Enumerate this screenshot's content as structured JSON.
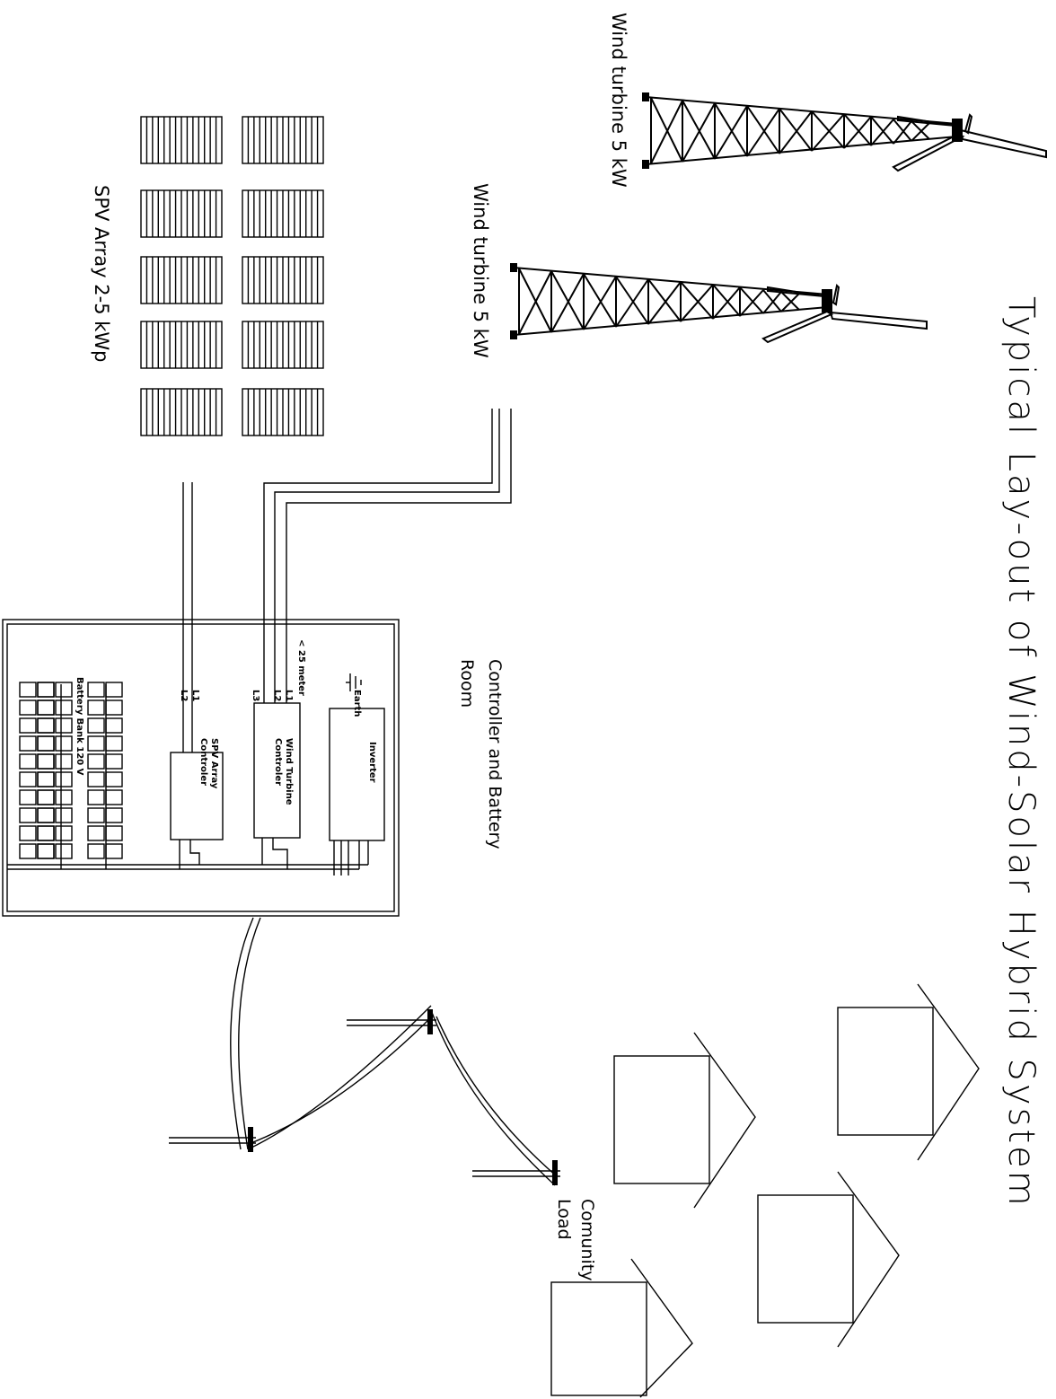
{
  "title": "Typical Lay-out of Wind-Solar Hybrid System",
  "labels": {
    "wind_turbine_1": "Wind turbine 5 kW",
    "wind_turbine_2": "Wind turbine 5 kW",
    "spv_array": "SPV Array 2-5 kWp",
    "room_line1": "Controller and Battery",
    "room_line2": "Room",
    "community_line1": "Comunity",
    "community_line2": "Load",
    "earth": "Earth",
    "cable_length": "< 25 meter",
    "inverter": "Inverter",
    "wind_controller_line1": "Wind Turbine",
    "wind_controller_line2": "Controler",
    "spv_controller_line1": "SPV Array",
    "spv_controller_line2": "Controler",
    "battery_line1": "Battery Bank 120 V",
    "wind_lines": {
      "l1": "L1",
      "l2": "L2",
      "l3": "L3"
    },
    "spv_lines": {
      "l1": "L1",
      "l2": "L2"
    }
  },
  "colors": {
    "ink": "#000000",
    "background": "#ffffff"
  }
}
